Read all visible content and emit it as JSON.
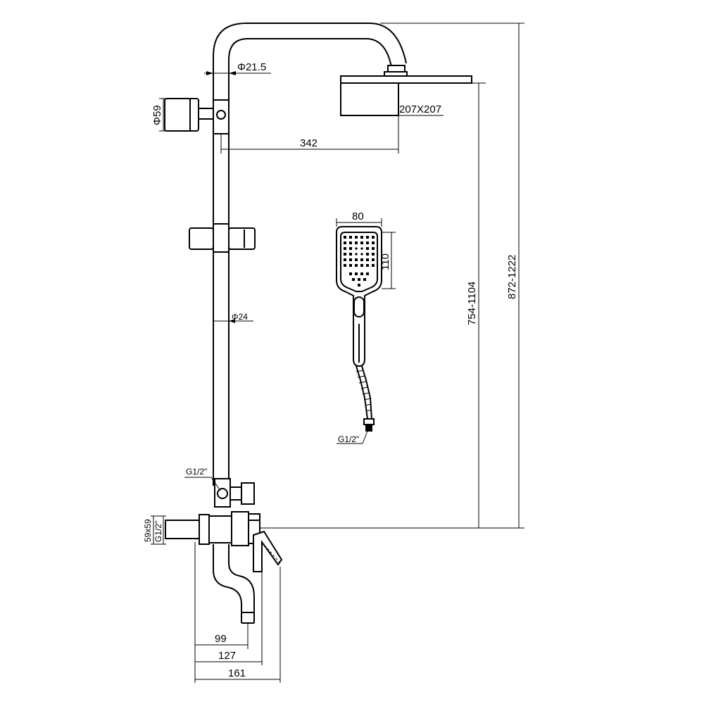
{
  "dimensions": {
    "riser_diameter": "Φ21.5",
    "wall_bracket_diameter": "Φ59",
    "head_size": "207X207",
    "arm_reach": "342",
    "handset_width": "80",
    "handset_height": "110",
    "rail_diameter": "Φ24",
    "handset_height_range": "754-1104",
    "overall_height_range": "872-1222",
    "hose_thread": "G1/2\"",
    "outlet_thread": "G1/2\"",
    "valve_thread": "G1/2\"",
    "wall_flange_size": "59x59",
    "spout_reach_99": "99",
    "spout_reach_127": "127",
    "overall_depth_161": "161"
  }
}
